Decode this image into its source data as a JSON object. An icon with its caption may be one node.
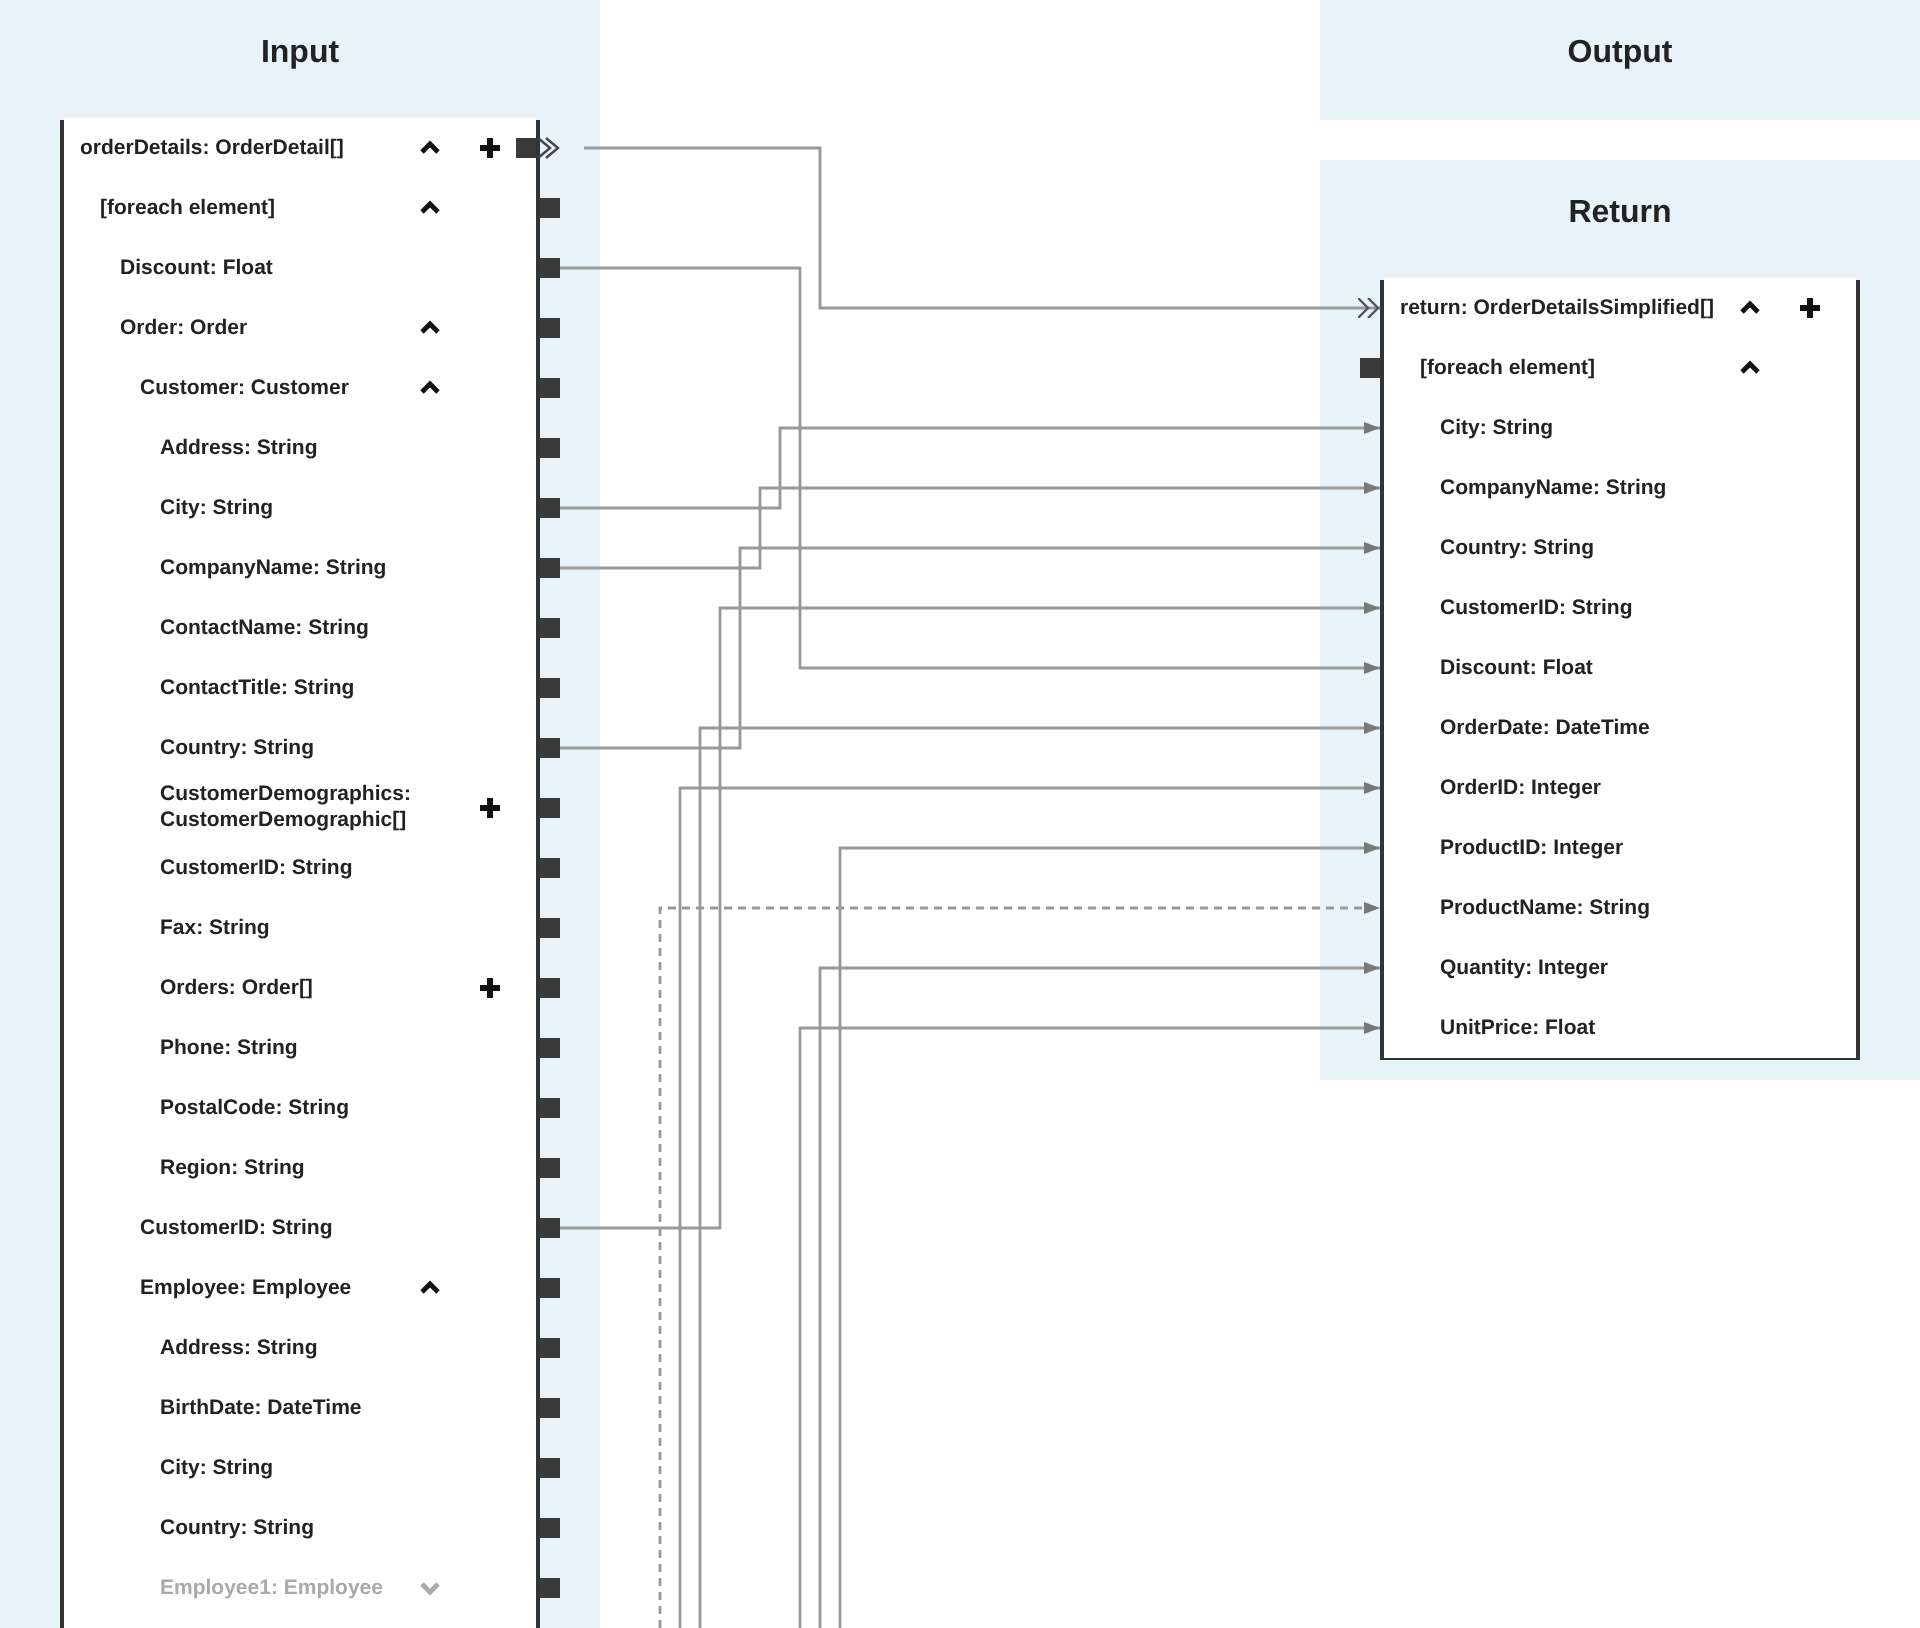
{
  "diagram": {
    "nodes": [
      {
        "text": [
          "Input"
        ]
      },
      {
        "text": [
          "orderDetails: OrderDetail[]"
        ],
        "in": 0
      },
      {
        "text": [
          "[foreach element]"
        ],
        "in": 0
      },
      {
        "text": [
          "Discount: Float"
        ],
        "in": 0
      },
      {
        "text": [
          "Order: Order"
        ],
        "in": 0
      },
      {
        "text": [
          "Customer: Customer"
        ],
        "in": 0
      },
      {
        "text": [
          "Address: String"
        ],
        "in": 0
      },
      {
        "text": [
          "City: String"
        ],
        "in": 0
      },
      {
        "text": [
          "CompanyName: String"
        ],
        "in": 0
      },
      {
        "text": [
          "ContactName: String"
        ],
        "in": 0
      },
      {
        "text": [
          "ContactTitle: String"
        ],
        "in": 0
      },
      {
        "text": [
          "Country: String"
        ],
        "in": 0
      },
      {
        "text": [
          "CustomerDemographics: CustomerDemographic[]"
        ],
        "in": 0
      },
      {
        "text": [
          "CustomerID: String"
        ],
        "in": 0
      },
      {
        "text": [
          "Fax: String"
        ],
        "in": 0
      },
      {
        "text": [
          "Orders: Order[]"
        ],
        "in": 0
      },
      {
        "text": [
          "Phone: String"
        ],
        "in": 0
      },
      {
        "text": [
          "PostalCode: String"
        ],
        "in": 0
      },
      {
        "text": [
          "Region: String"
        ],
        "in": 0
      },
      {
        "text": [
          "CustomerID: String"
        ],
        "in": 0
      },
      {
        "text": [
          "Employee: Employee"
        ],
        "in": 0
      },
      {
        "text": [
          "Address: String"
        ],
        "in": 0
      },
      {
        "text": [
          "BirthDate: DateTime"
        ],
        "in": 0
      },
      {
        "text": [
          "City: String"
        ],
        "in": 0
      },
      {
        "text": [
          "Country: String"
        ],
        "in": 0
      },
      {
        "text": [
          "Employee1: Employee"
        ],
        "in": 0
      },
      {
        "text": [
          "Output"
        ]
      },
      {
        "text": [
          "Return"
        ]
      },
      {
        "text": [
          "return: OrderDetailsSimplified[]"
        ],
        "in": 27
      },
      {
        "text": [
          "[foreach element]"
        ],
        "in": 27
      },
      {
        "text": [
          "City: String"
        ],
        "in": 27
      },
      {
        "text": [
          "CompanyName: String"
        ],
        "in": 27
      },
      {
        "text": [
          "Country: String"
        ],
        "in": 27
      },
      {
        "text": [
          "CustomerID: String"
        ],
        "in": 27
      },
      {
        "text": [
          "Discount: Float"
        ],
        "in": 27
      },
      {
        "text": [
          "OrderDate: DateTime"
        ],
        "in": 27
      },
      {
        "text": [
          "OrderID: Integer"
        ],
        "in": 27
      },
      {
        "text": [
          "ProductID: Integer"
        ],
        "in": 27
      },
      {
        "text": [
          "ProductName: String"
        ],
        "in": 27
      },
      {
        "text": [
          "Quantity: Integer"
        ],
        "in": 27
      },
      {
        "text": [
          "UnitPrice: Float"
        ],
        "in": 27
      }
    ],
    "edges": [
      {
        "from": 1,
        "to": 28,
        "arrow": "to"
      },
      {
        "from": 7,
        "to": 30,
        "arrow": "to"
      },
      {
        "from": 8,
        "to": 31,
        "arrow": "to"
      },
      {
        "from": 11,
        "to": 32,
        "arrow": "to"
      },
      {
        "from": 19,
        "to": 33,
        "arrow": "to"
      },
      {
        "from": 3,
        "to": 34,
        "arrow": "to"
      },
      {
        "from": null,
        "to": 35,
        "arrow": "to"
      },
      {
        "from": null,
        "to": 36,
        "arrow": "to"
      },
      {
        "from": null,
        "to": 37,
        "arrow": "to"
      },
      {
        "from": null,
        "to": 38,
        "arrow": "to",
        "style": "dashed"
      },
      {
        "from": null,
        "to": 39,
        "arrow": "to"
      },
      {
        "from": null,
        "to": 40,
        "arrow": "to"
      }
    ]
  }
}
